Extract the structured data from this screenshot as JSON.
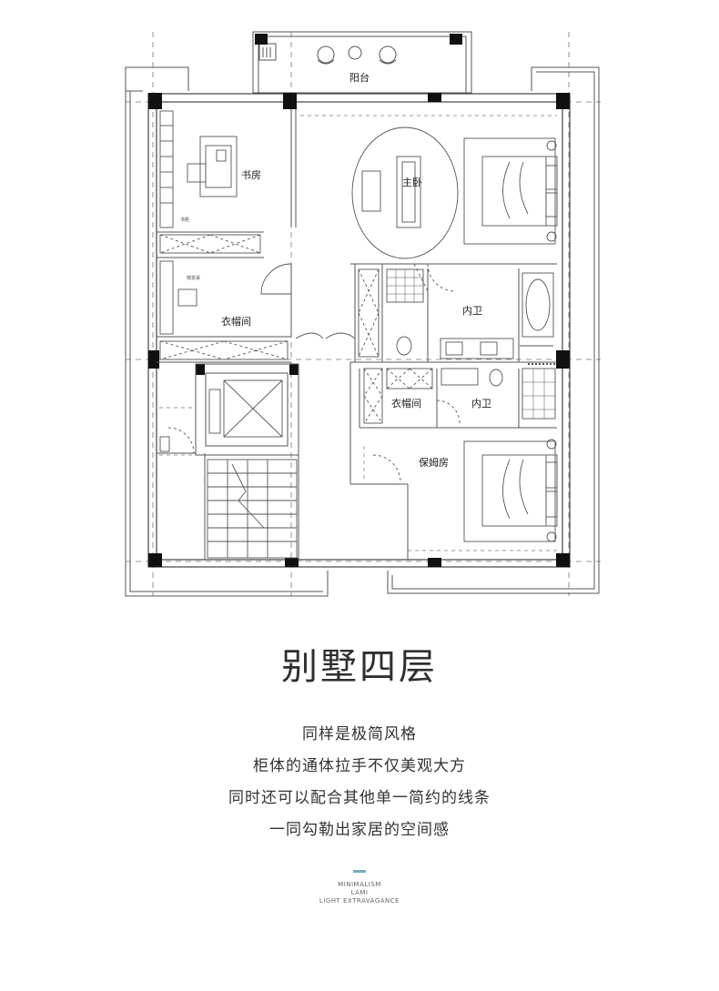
{
  "plan": {
    "rooms": {
      "balcony": "阳台",
      "study": "书房",
      "master_bedroom": "主卧",
      "wardrobe_1": "衣帽间",
      "bathroom_1": "内卫",
      "wardrobe_2": "衣帽间",
      "bathroom_2": "内卫",
      "nanny_room": "保姆房"
    },
    "small_labels": {
      "study_note": "书柜",
      "dressing_note": "梳妆桌"
    }
  },
  "title": "别墅四层",
  "description": [
    "同样是极简风格",
    "柜体的通体拉手不仅美观大方",
    "同时还可以配合其他单一简约的线条",
    "一同勾勒出家居的空间感"
  ],
  "brand": {
    "line1": "MINIMALISM",
    "line2": "LAMI",
    "line3": "LIGHT EXTRAVAGANCE"
  },
  "colors": {
    "accent": "#6fb0c0",
    "line": "#555555",
    "column": "#111111"
  }
}
